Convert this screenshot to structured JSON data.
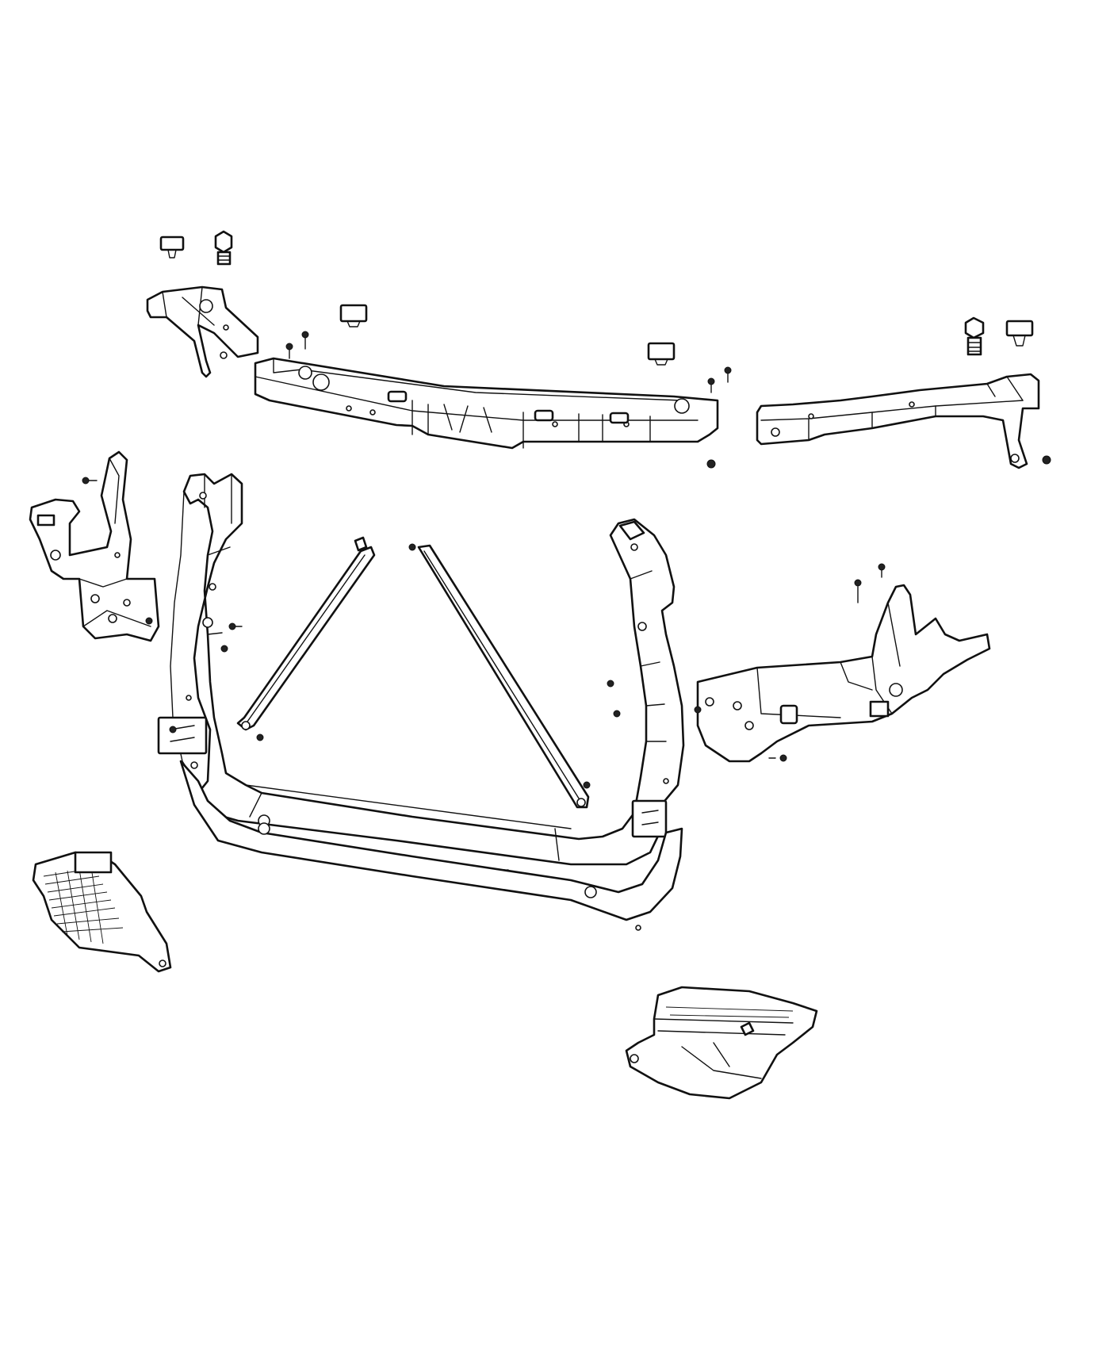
{
  "diagram": {
    "background": "#ffffff",
    "line_color": "#111111",
    "parts": [
      {
        "name": "upper-radiator-crossmember"
      },
      {
        "name": "left-upper-extension"
      },
      {
        "name": "right-upper-extension"
      },
      {
        "name": "radiator-support-frame"
      },
      {
        "name": "left-diagonal-brace"
      },
      {
        "name": "right-diagonal-brace"
      },
      {
        "name": "left-headlamp-bracket"
      },
      {
        "name": "right-headlamp-bracket"
      },
      {
        "name": "left-air-deflector"
      },
      {
        "name": "right-air-deflector"
      },
      {
        "name": "push-pin-clips"
      },
      {
        "name": "rubber-isolators"
      },
      {
        "name": "bolts-and-nuts"
      }
    ]
  }
}
